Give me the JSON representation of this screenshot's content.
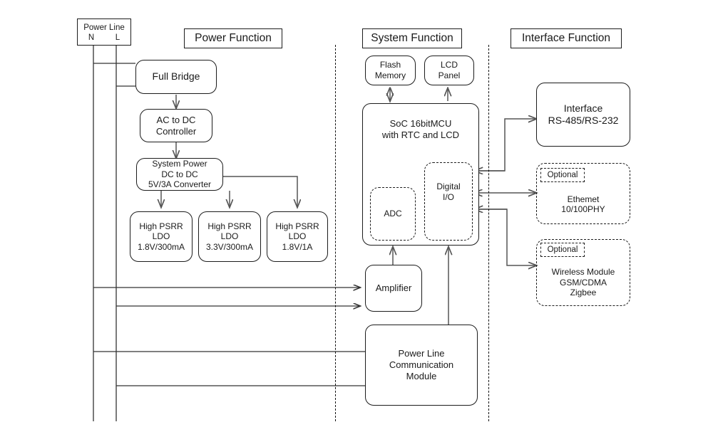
{
  "diagram": {
    "title_boxes": [
      {
        "id": "power-function",
        "label": "Power Function"
      },
      {
        "id": "system-function",
        "label": "System Function"
      },
      {
        "id": "interface-function",
        "label": "Interface Function"
      }
    ],
    "power_line": {
      "header": "Power Line",
      "terminal_n": "N",
      "terminal_l": "L"
    },
    "power_blocks": [
      {
        "id": "full-bridge",
        "label": "Full Bridge"
      },
      {
        "id": "ac-to-dc",
        "label": "AC to DC\nController"
      },
      {
        "id": "system-power",
        "label": "System Power\nDC to DC\n5V/3A Converter"
      },
      {
        "id": "ldo-1",
        "label": "High PSRR\nLDO\n1.8V/300mA"
      },
      {
        "id": "ldo-2",
        "label": "High PSRR\nLDO\n3.3V/300mA"
      },
      {
        "id": "ldo-3",
        "label": "High PSRR\nLDO\n1.8V/1A"
      }
    ],
    "system_blocks": [
      {
        "id": "flash-memory",
        "label": "Flash\nMemory"
      },
      {
        "id": "lcd-panel",
        "label": "LCD\nPanel"
      },
      {
        "id": "soc",
        "label": "SoC 16bitMCU\nwith RTC and LCD"
      },
      {
        "id": "adc",
        "label": "ADC"
      },
      {
        "id": "digital-io",
        "label": "Digital\nI/O"
      },
      {
        "id": "amplifier",
        "label": "Amplifier"
      },
      {
        "id": "plc-module",
        "label": "Power Line\nCommunication\nModule"
      }
    ],
    "interface_blocks": [
      {
        "id": "interface-rs",
        "label": "Interface\nRS-485/RS-232",
        "optional": null
      },
      {
        "id": "ethernet",
        "label": "Ethemet\n10/100PHY",
        "optional": "Optional"
      },
      {
        "id": "wireless",
        "label": "Wireless Module\nGSM/CDMA\nZigbee",
        "optional": "Optional"
      }
    ],
    "colors": {
      "stroke": "#1c1c1c",
      "wire": "#555555",
      "background": "#ffffff"
    }
  }
}
